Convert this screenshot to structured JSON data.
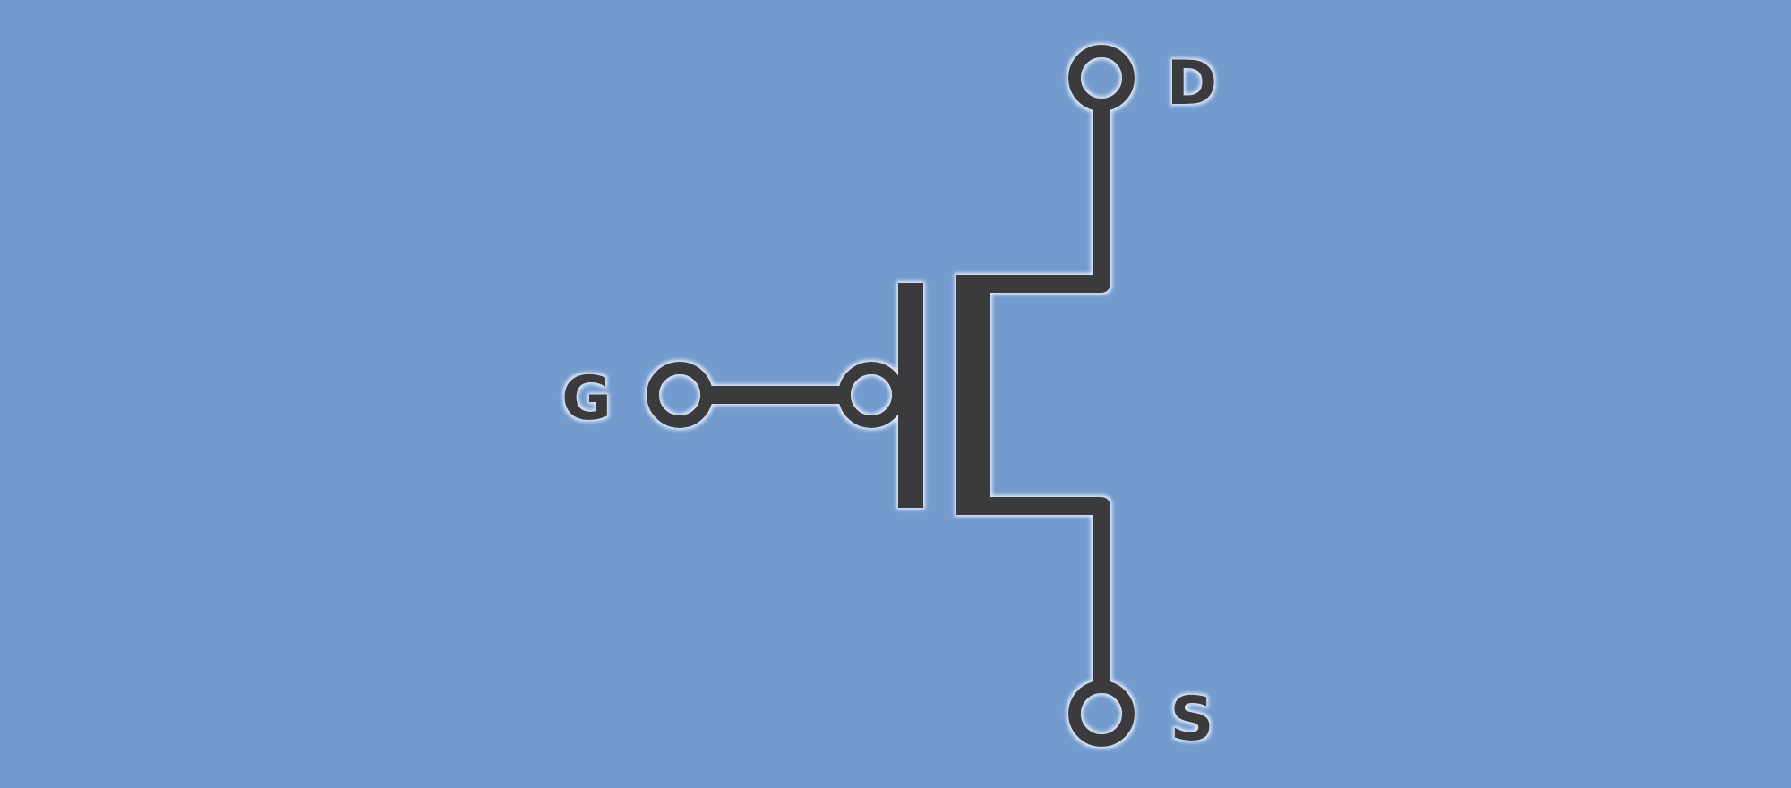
{
  "diagram": {
    "terminals": {
      "gate": "G",
      "drain": "D",
      "source": "S"
    }
  },
  "colors": {
    "background": "#739bce",
    "stroke": "#3a3a3d",
    "glow": "#eaf2ff"
  }
}
